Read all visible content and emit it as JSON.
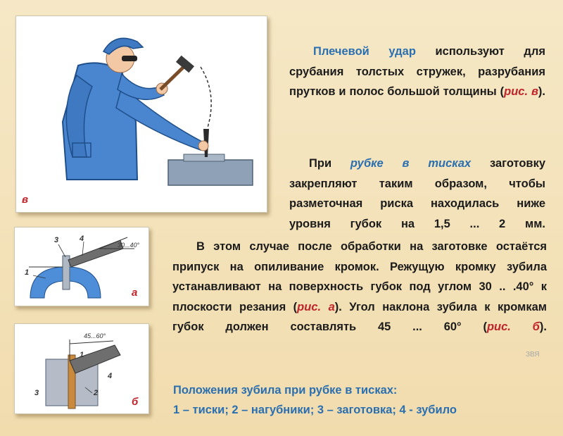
{
  "figures": {
    "v": {
      "letter": "в"
    },
    "a": {
      "letter": "а",
      "labels": [
        "1",
        "3",
        "4"
      ],
      "angle": "30...40°"
    },
    "b": {
      "letter": "б",
      "labels": [
        "1",
        "2",
        "3",
        "4"
      ],
      "angle": "45...60°"
    }
  },
  "paragraph1": {
    "term": "Плечевой удар",
    "text1": " используют для срубания толстых стружек, разрубания прутков и полос большой толщины (",
    "ref": "рис. в",
    "text2": ")."
  },
  "paragraph2": {
    "text1": "При ",
    "term": "рубке в тисках",
    "text2": " заготовку закрепляют таким образом, чтобы разметочная риска находилась ниже уровня губок на 1,5 ... 2 мм."
  },
  "paragraph3": {
    "text1": "В этом случае после обработки на заготовке остаётся припуск на опиливание кромок. Режущую кромку зубила устанавливают на поверхность губок под углом 30 .. .40° к плоскости резания (",
    "ref1": "рис. а",
    "text2": "). Угол наклона зубила к кромкам губок должен составлять 45 ... 60° (",
    "ref2": "рис. б",
    "text3": ")."
  },
  "caption": {
    "line1": "Положения зубила при рубке в тисках:",
    "line2": "1 – тиски; 2 – нагубники; 3 – заготовка; 4 - зубило"
  },
  "watermark": "ЗВЯ",
  "colors": {
    "accent_blue": "#2a6fb0",
    "accent_red": "#c0242b",
    "background": "#f3e2ba"
  }
}
